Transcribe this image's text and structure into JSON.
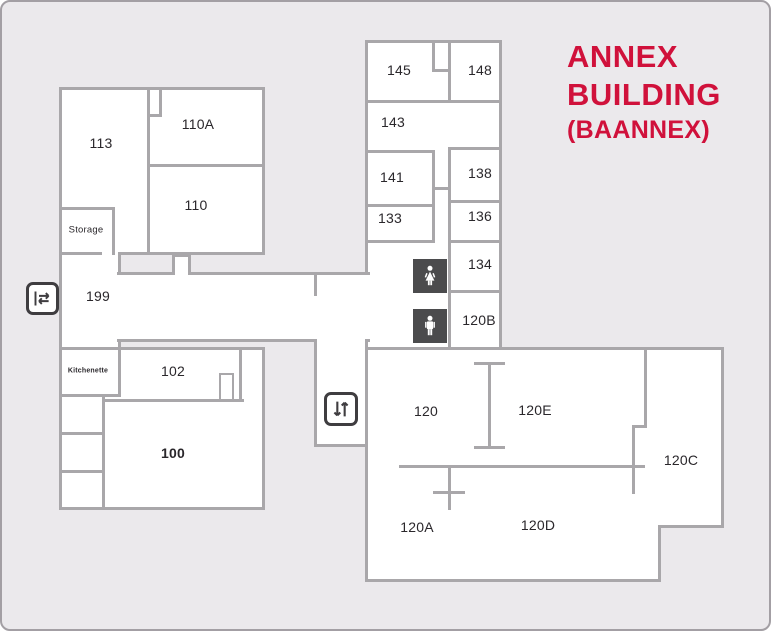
{
  "title": {
    "line1": "ANNEX",
    "line2": "BUILDING",
    "line3": "(BAANNEX)"
  },
  "rooms": {
    "113": "113",
    "110A": "110A",
    "110": "110",
    "storage": "Storage",
    "199": "199",
    "kitchenette": "Kitchenette",
    "102": "102",
    "100": "100",
    "145": "145",
    "148": "148",
    "143": "143",
    "141": "141",
    "138": "138",
    "133": "133",
    "136": "136",
    "134": "134",
    "120B": "120B",
    "120": "120",
    "120E": "120E",
    "120C": "120C",
    "120A": "120A",
    "120D": "120D"
  },
  "icons": {
    "entrance_exit": "entrance-exit-arrows",
    "elevator": "elevator-up-down-arrows",
    "womens_restroom": "female-pictogram",
    "mens_restroom": "male-pictogram"
  },
  "colors": {
    "background": "#ebe9ec",
    "frame_border": "#a39fa4",
    "wall": "#a9a7aa",
    "room_fill": "#ffffff",
    "title_red": "#d0113b",
    "label_text": "#2a272b",
    "restroom_box": "#4b4b4d",
    "icon_outline": "#3f3d40"
  }
}
